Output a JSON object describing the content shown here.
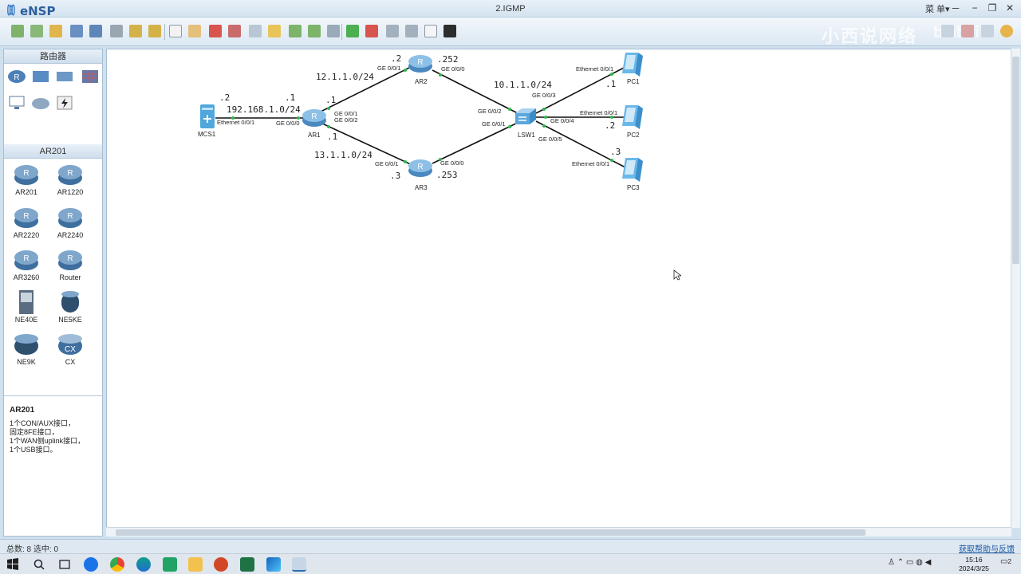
{
  "app": {
    "logo": "eNSP",
    "window_title": "2.IGMP",
    "menu_label": "菜 单▾"
  },
  "toolbar": {
    "buttons": [
      "new-topology",
      "new-labs",
      "open",
      "save",
      "save-as",
      "print",
      "undo",
      "redo",
      "select",
      "pan",
      "delete",
      "delete-all",
      "text",
      "palette",
      "zoom-in",
      "zoom-out",
      "fit",
      "start",
      "stop",
      "capture",
      "settings",
      "display",
      "topology"
    ]
  },
  "watermark": {
    "text": "小西说网络",
    "brand": "bilibili"
  },
  "left_panel": {
    "category_header": "路由器",
    "subcategory_header": "AR201",
    "devices": [
      {
        "name": "AR201"
      },
      {
        "name": "AR1220"
      },
      {
        "name": "AR2220"
      },
      {
        "name": "AR2240"
      },
      {
        "name": "AR3260"
      },
      {
        "name": "Router"
      },
      {
        "name": "NE40E"
      },
      {
        "name": "NE5KE"
      },
      {
        "name": "NE9K"
      },
      {
        "name": "CX"
      }
    ],
    "description": {
      "title": "AR201",
      "lines": [
        "1个CON/AUX接口，",
        "固定8FE接口，",
        "1个WAN侧uplink接口，",
        "1个USB接口。"
      ]
    }
  },
  "topology": {
    "nodes": {
      "mcs1": "MCS1",
      "ar1": "AR1",
      "ar2": "AR2",
      "ar3": "AR3",
      "lsw1": "LSW1",
      "pc1": "PC1",
      "pc2": "PC2",
      "pc3": "PC3"
    },
    "networks": {
      "net_mcs": "192.168.1.0/24",
      "net_ar2": "12.1.1.0/24",
      "net_ar3": "13.1.1.0/24",
      "net_lan": "10.1.1.0/24"
    },
    "ips": {
      "mcs1": ".2",
      "ar1_mcs": ".1",
      "ar1_ar2": ".1",
      "ar1_ar3": ".1",
      "ar2_ar1": ".2",
      "ar2_lan": ".252",
      "ar3_ar1": ".3",
      "ar3_lan": ".253",
      "pc1": ".1",
      "pc2": ".2",
      "pc3": ".3"
    },
    "interfaces": {
      "mcs1_eth": "Ethernet 0/0/1",
      "ar1_ge000": "GE 0/0/0",
      "ar1_ge001": "GE 0/0/1",
      "ar1_ge002": "GE 0/0/2",
      "ar2_ge001": "GE 0/0/1",
      "ar2_ge000": "GE 0/0/0",
      "ar3_ge001": "GE 0/0/1",
      "ar3_ge000": "GE 0/0/0",
      "lsw_ge002": "GE 0/0/2",
      "lsw_ge001": "GE 0/0/1",
      "lsw_ge003": "GE 0/0/3",
      "lsw_ge004": "GE 0/0/4",
      "lsw_ge005": "GE 0/0/5",
      "pc1_eth": "Ethernet 0/0/1",
      "pc2_eth": "Ethernet 0/0/1",
      "pc3_eth": "Ethernet 0/0/1"
    }
  },
  "statusbar": {
    "left": "总数: 8  选中: 0",
    "right": "获取帮助与反馈"
  },
  "taskbar": {
    "time": "15:16",
    "date": "2024/3/25",
    "notification_count": "2"
  }
}
